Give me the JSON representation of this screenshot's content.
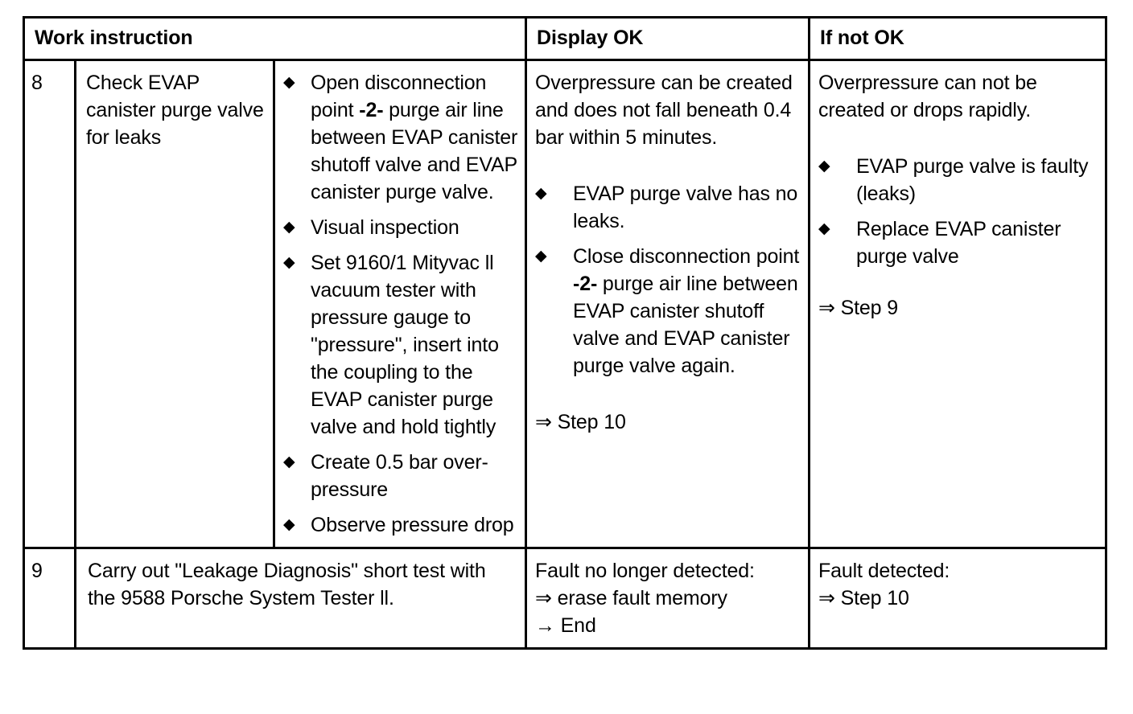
{
  "table": {
    "headers": {
      "work_instruction": "Work instruction",
      "display_ok": "Display OK",
      "if_not_ok": "If not OK"
    },
    "rows": [
      {
        "number": "8",
        "task": "Check EVAP canister purge valve for leaks",
        "steps": [
          {
            "pre": "Open disconnection point ",
            "bold": "-2-",
            "post": " purge air line between EVAP canister shutoff valve and EVAP canister purge valve."
          },
          {
            "pre": "Visual inspection",
            "bold": "",
            "post": ""
          },
          {
            "pre": "Set 9160/1 Mityvac ll vacuum tester with pressure gauge to \"pressure\", insert into the coupling to the EVAP canister purge valve and hold tightly",
            "bold": "",
            "post": ""
          },
          {
            "pre": "Create 0.5 bar over-pressure",
            "bold": "",
            "post": ""
          },
          {
            "pre": "Observe pressure drop",
            "bold": "",
            "post": ""
          }
        ],
        "display_ok": {
          "intro": "Overpressure can be created and does not fall beneath 0.4 bar within 5 minutes.",
          "bullets": [
            {
              "pre": " EVAP purge valve has no leaks.",
              "bold": "",
              "post": ""
            },
            {
              "pre": " Close disconnection point ",
              "bold": "-2-",
              "post": " purge air line between EVAP canister shutoff valve and EVAP canister purge valve again."
            }
          ],
          "result": "⇒ Step 10"
        },
        "if_not_ok": {
          "intro": "Overpressure can not be created or drops rapidly.",
          "bullets": [
            {
              "pre": "EVAP purge valve is faulty (leaks)",
              "bold": "",
              "post": ""
            },
            {
              "pre": "Replace EVAP canister purge valve",
              "bold": "",
              "post": ""
            }
          ],
          "result": "⇒ Step 9"
        }
      },
      {
        "number": "9",
        "task": " Carry out \"Leakage Diagnosis\" short test with the 9588 Porsche System Tester ll.",
        "display_ok": {
          "intro": "Fault no longer detected:",
          "line2": "⇒ erase fault memory",
          "line3": "→ End"
        },
        "if_not_ok": {
          "intro": " Fault detected:",
          "line2": "⇒ Step 10"
        }
      }
    ]
  },
  "colors": {
    "border": "#000000",
    "text": "#000000",
    "background": "#ffffff"
  }
}
